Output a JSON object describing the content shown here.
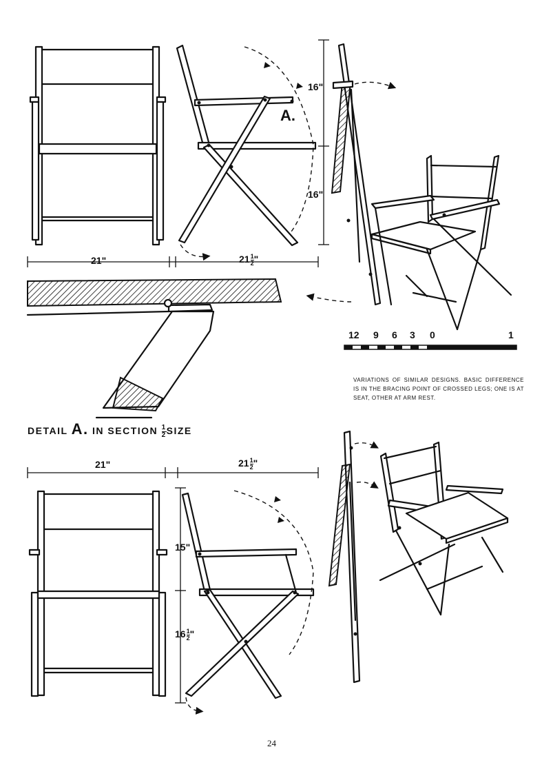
{
  "top_dims": {
    "front_width": "21\"",
    "side_width_whole": "21",
    "side_width_frac_num": "1",
    "side_width_frac_den": "2",
    "side_width_unit": "\"",
    "upper_height": "16\"",
    "lower_height": "16\""
  },
  "callout_a": "A.",
  "detail": {
    "word": "DETAIL",
    "letter": "A.",
    "rest": "IN SECTION",
    "frac_num": "1",
    "frac_den": "2",
    "size": "SIZE"
  },
  "scale_bar": {
    "labels": [
      "12",
      "9",
      "6",
      "3",
      "0",
      "1"
    ]
  },
  "caption": "VARIATIONS OF SIMILAR DESIGNS. BASIC DIFFERENCE IS IN THE BRACING POINT OF CROSSED LEGS; ONE IS AT SEAT, OTHER AT ARM REST.",
  "bottom_dims": {
    "front_width": "21\"",
    "side_width_whole": "21",
    "side_width_frac_num": "1",
    "side_width_frac_den": "2",
    "side_width_unit": "\"",
    "upper_height": "15\"",
    "lower_height_whole": "16",
    "lower_height_frac_num": "1",
    "lower_height_frac_den": "2",
    "lower_height_unit": "\""
  },
  "page_number": "24"
}
